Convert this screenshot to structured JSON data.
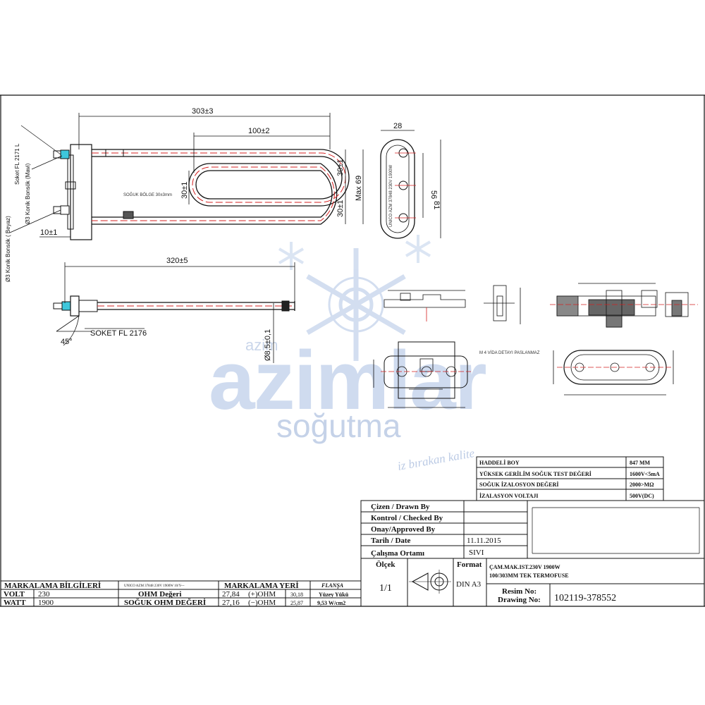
{
  "dimensions": {
    "top_length": "303±3",
    "loop_width": "100±2",
    "height_left": "30±1",
    "height_right_top": "30±1",
    "height_right_bottom": "30±1",
    "max_height": "Max 69",
    "left_offset": "10±1",
    "side_length": "320±5",
    "diameter": "Ø8,5±0,1",
    "angle": "45°",
    "flange_width": "28",
    "flange_inner": "56",
    "flange_outer": "81"
  },
  "labels": {
    "soket_top": "Soket FL 2171 L",
    "konik_mavi": "Ø3 Konik Bonsök (Mavi)",
    "konik_beyaz": "Ø3 Konik Bonsök ( Beyaz)",
    "soket_side": "SOKET FL 2176",
    "sensor_note": "SOĞUK BÖLGE 30±3mm",
    "flange_mark": "UNICO AZM 37848 230V 1900W",
    "vida_note": "M 4 VİDA DETAYI PASLANMAZ"
  },
  "watermark": {
    "brand_top": "azim",
    "brand": "azimlar",
    "sub": "soğutma",
    "slogan": "iz bırakan kalite"
  },
  "specs": [
    {
      "label": "HADDELİ BOY",
      "value": "847 MM"
    },
    {
      "label": "YÜKSEK GERİLİM SOĞUK TEST DEĞERİ",
      "value": "1600V<5mA"
    },
    {
      "label": "SOĞUK İZALOSYON DEĞERİ",
      "value": "2000>MΩ"
    },
    {
      "label": "İZALASYON VOLTAJI",
      "value": "500V(DC)"
    }
  ],
  "titleblock": {
    "drawn_by": "Çizen / Drawn By",
    "checked_by": "Kontrol / Checked By",
    "approved_by": "Onay/Approved By",
    "date_label": "Tarih / Date",
    "date_value": "11.11.2015",
    "env_label": "Çalışma Ortamı",
    "env_value": "SIVI",
    "scale_label": "Ölçek",
    "scale_value": "1/1",
    "format_label": "Format",
    "format_value": "DIN A3",
    "title_line1": "ÇAM.MAK.IST.230V 1900W",
    "title_line2": "100/303MM TEK TERMOFUSE",
    "resim_label": "Resim No:",
    "drawing_label": "Drawing No:",
    "drawing_no": "102119-378552"
  },
  "marking": {
    "header": "MARKALAMA BİLGİLERİ",
    "marking_text": "UNICO AZM 37848 230V 1900W 10/Y---",
    "yeri": "MARKALAMA YERİ",
    "flansa": "FLANŞA",
    "volt_label": "VOLT",
    "volt_value": "230",
    "watt_label": "WATT",
    "watt_value": "1900",
    "ohm_label": "OHM Değeri",
    "cold_ohm_label": "SOĞUK OHM DEĞERİ",
    "ohm_plus_min": "27,84",
    "ohm_plus_label": "(+)OHM",
    "ohm_plus_max": "30,18",
    "ohm_minus_min": "27,16",
    "ohm_minus_label": "(−)OHM",
    "ohm_minus_max": "25,87",
    "surface_label": "Yüzey Yükü",
    "surface_value": "9,53 W/cm2"
  }
}
